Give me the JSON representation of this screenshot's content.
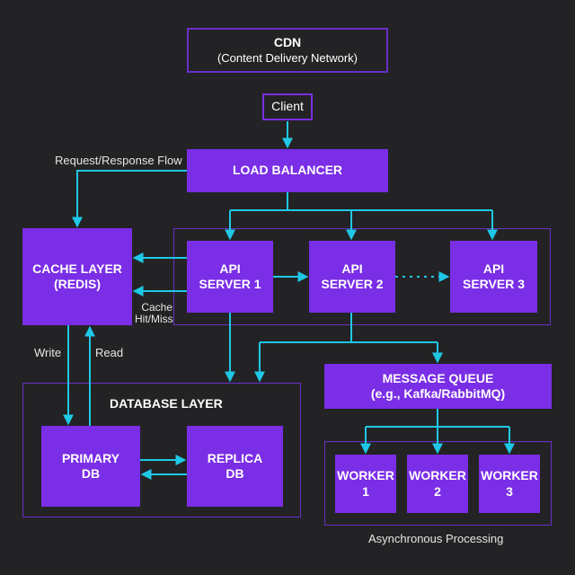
{
  "colors": {
    "background": "#232325",
    "box_fill": "#7a2ee6",
    "frame_border": "#6a2fc9",
    "arrow": "#1fc8e6",
    "text": "#ffffff"
  },
  "cdn": {
    "title": "CDN",
    "subtitle": "(Content Delivery Network)"
  },
  "client": {
    "label": "Client"
  },
  "load_balancer": {
    "label": "LOAD BALANCER"
  },
  "request_flow_label": "Request/Response Flow",
  "cache": {
    "line1": "CACHE LAYER",
    "line2": "(REDIS)"
  },
  "cache_hit_miss_line1": "Cache",
  "cache_hit_miss_line2": "Hit/Miss",
  "api_servers": [
    {
      "line1": "API",
      "line2": "SERVER 1"
    },
    {
      "line1": "API",
      "line2": "SERVER 2"
    },
    {
      "line1": "API",
      "line2": "SERVER 3"
    }
  ],
  "write_label": "Write",
  "read_label": "Read",
  "database_layer": {
    "title": "DATABASE LAYER"
  },
  "primary_db": {
    "line1": "PRIMARY",
    "line2": "DB"
  },
  "replica_db": {
    "line1": "REPLICA",
    "line2": "DB"
  },
  "message_queue": {
    "line1": "MESSAGE QUEUE",
    "line2": "(e.g., Kafka/RabbitMQ)"
  },
  "workers": [
    {
      "line1": "WORKER",
      "line2": "1"
    },
    {
      "line1": "WORKER",
      "line2": "2"
    },
    {
      "line1": "WORKER",
      "line2": "3"
    }
  ],
  "async_label": "Asynchronous Processing"
}
